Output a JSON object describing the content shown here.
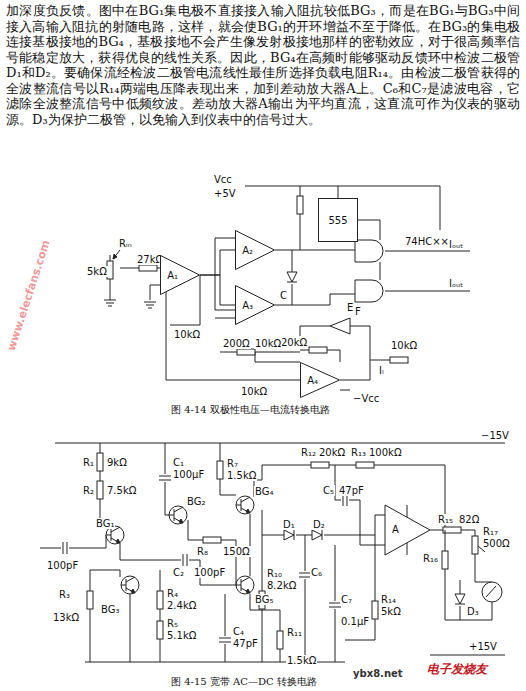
{
  "diagram": {
    "nodes": [
      {
        "text": [
          "555"
        ]
      },
      {
        "text": [
          "A₁"
        ]
      },
      {
        "text": [
          "A₂"
        ]
      },
      {
        "text": [
          "A₃"
        ]
      },
      {
        "text": [
          "A₄"
        ]
      }
    ],
    "edges": [
      {
        "from": 1,
        "to": 2,
        "arrow": "none"
      },
      {
        "from": 1,
        "to": 3,
        "arrow": "none"
      },
      {
        "from": 4,
        "to": 1,
        "arrow": "none"
      }
    ],
    "labels": [
      "加深度负反馈。图中在BG₁集电极不直接接入输入阻抗较低BG₃，而是在BG₁与BG₃中间接入高输入阻抗的射随电路，这样，就会使BG₁的开环增益不至于降低。在BG₃的集电极连接基极接地的BG₄，基极接地不会产生像发射极接地那样的密勒效应，对于很高频率信号能稳定放大，获得优良的线性关系。因此，BG₄在高频时能够驱动反馈环中检波二极管D₁和D₂。要确保流经检波二极管电流线性最佳所选择负载电阻R₁₄。由检波二极管获得的全波整流信号以R₁₄两端电压降表现出来，加到差动放大器A上。C₆和C₇是滤波电容，它滤除全波整流信号中低频纹波。差动放大器A输出为平均直流，这直流可作为仪表的驱动源。D₃为保护二极管，以免输入到仪表中的信号过大。",
      "Vcc",
      "+5V",
      "Rᵢₙ",
      "27kΩ",
      "5kΩ",
      "10kΩ",
      "D",
      "C",
      "E",
      "F",
      "74HC××",
      "Iₒᵤₜ",
      "Iₒᵤₜ",
      "10kΩ",
      "20kΩ",
      "200Ω",
      "10kΩ",
      "10kΩ",
      "Iₗ",
      "−Vcc",
      "图 4-14  双极性电压—电流转换电路",
      "−15V",
      "R₁",
      "9kΩ",
      "R₂",
      "7.5kΩ",
      "C₁",
      "100μF",
      "100pF",
      "BG₁",
      "BG₂",
      "BG₃",
      "BG₄",
      "BG₅",
      "R₇",
      "1.5kΩ",
      "R₈",
      "150Ω",
      "C₂",
      "100pF",
      "R₃",
      "13kΩ",
      "R₄",
      "2.4kΩ",
      "R₅",
      "5.1kΩ",
      "C₄",
      "47pF",
      "R₁₀",
      "8.2kΩ",
      "R₁₁",
      "1.5kΩ",
      "D₁",
      "D₂",
      "R₁₂",
      "20kΩ",
      "R₁₃",
      "100kΩ",
      "C₅",
      "47pF",
      "C₆",
      "C₇",
      "0.1μF",
      "R₁₄",
      "5kΩ",
      "A",
      "R₁₅",
      "82Ω",
      "R₁₆",
      "R₁₇",
      "500Ω",
      "D₃",
      "+15V",
      "图 4-15  宽带 AC—DC 转换电路",
      "www.elecfans.com",
      "ybx8.net",
      "电子发烧友"
    ]
  }
}
